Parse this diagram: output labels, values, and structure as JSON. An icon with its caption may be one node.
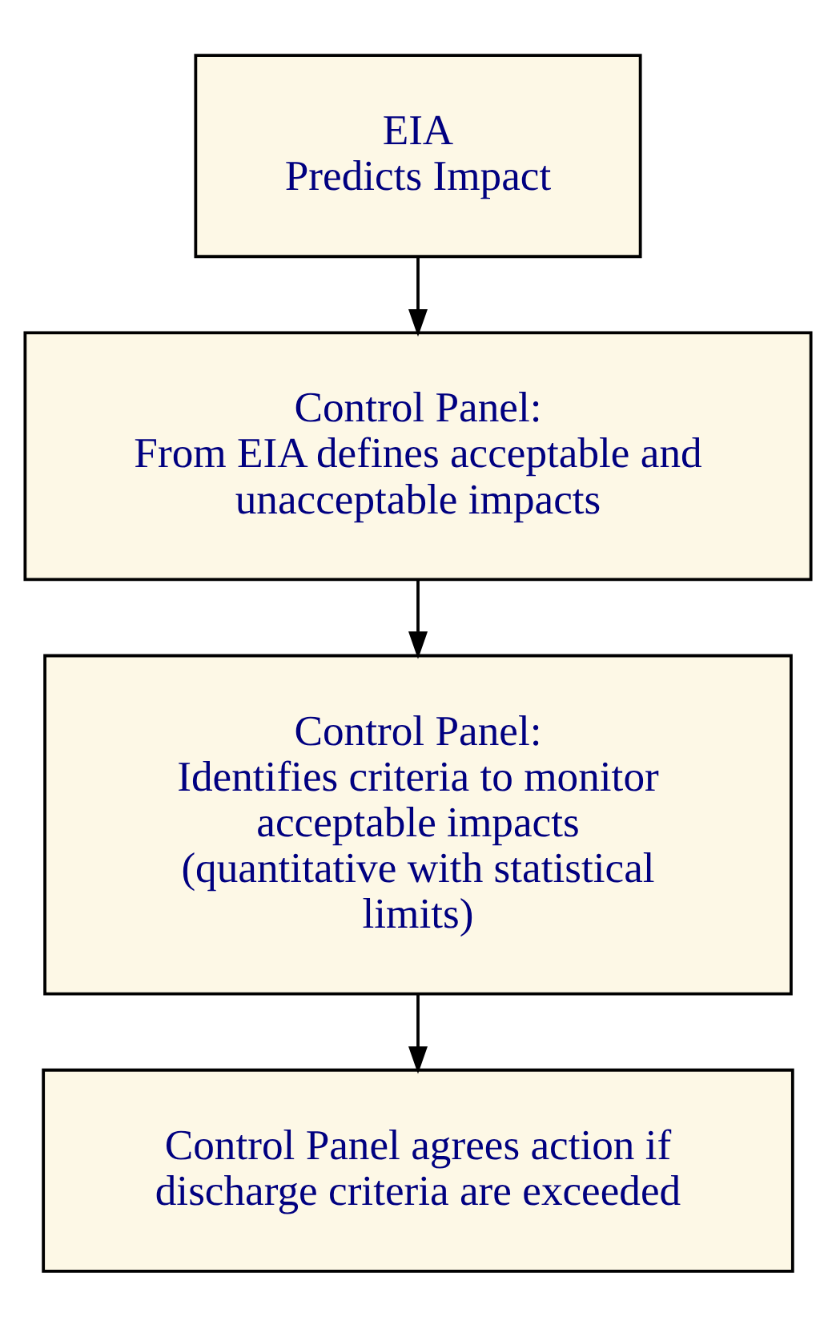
{
  "diagram": {
    "nodes": [
      {
        "text": [
          "EIA",
          "Predicts Impact"
        ]
      },
      {
        "text": [
          "Control Panel:",
          "From EIA defines acceptable and unacceptable impacts"
        ]
      },
      {
        "text": [
          "Control Panel:",
          "Identifies criteria to monitor acceptable impacts",
          "(quantitative with statistical limits)"
        ]
      },
      {
        "text": [
          "Control Panel agrees action if discharge criteria are exceeded"
        ]
      }
    ],
    "edges": [
      {
        "from": 0,
        "to": 1,
        "arrow": "to"
      },
      {
        "from": 1,
        "to": 2,
        "arrow": "to"
      },
      {
        "from": 2,
        "to": 3,
        "arrow": "to"
      }
    ]
  }
}
